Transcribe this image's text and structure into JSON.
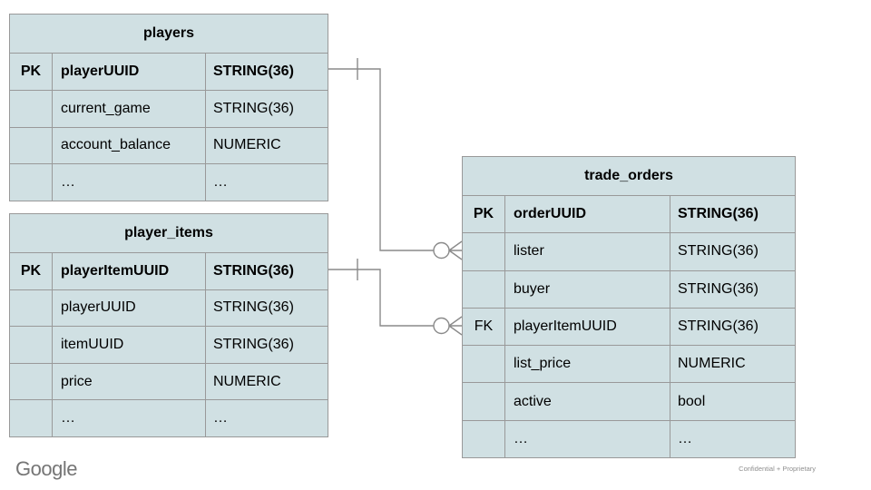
{
  "colors": {
    "table_fill": "#d0e0e3",
    "table_border": "#999999",
    "connector": "#8a8a8a",
    "logo_gray": "#757575",
    "note_gray": "#8f8f8f"
  },
  "footer": {
    "logo": "Google",
    "note": "Confidential + Proprietary"
  },
  "tables": {
    "players": {
      "title": "players",
      "rows": [
        {
          "key": "PK",
          "name": "playerUUID",
          "type": "STRING(36)"
        },
        {
          "key": "",
          "name": "current_game",
          "type": "STRING(36)"
        },
        {
          "key": "",
          "name": "account_balance",
          "type": "NUMERIC"
        },
        {
          "key": "",
          "name": "…",
          "type": "…"
        }
      ]
    },
    "player_items": {
      "title": "player_items",
      "rows": [
        {
          "key": "PK",
          "name": "playerItemUUID",
          "type": "STRING(36)"
        },
        {
          "key": "",
          "name": "playerUUID",
          "type": "STRING(36)"
        },
        {
          "key": "",
          "name": "itemUUID",
          "type": "STRING(36)"
        },
        {
          "key": "",
          "name": "price",
          "type": "NUMERIC"
        },
        {
          "key": "",
          "name": "…",
          "type": "…"
        }
      ]
    },
    "trade_orders": {
      "title": "trade_orders",
      "rows": [
        {
          "key": "PK",
          "name": "orderUUID",
          "type": "STRING(36)"
        },
        {
          "key": "",
          "name": "lister",
          "type": "STRING(36)"
        },
        {
          "key": "",
          "name": "buyer",
          "type": "STRING(36)"
        },
        {
          "key": "FK",
          "name": "playerItemUUID",
          "type": "STRING(36)"
        },
        {
          "key": "",
          "name": "list_price",
          "type": "NUMERIC"
        },
        {
          "key": "",
          "name": "active",
          "type": "bool"
        },
        {
          "key": "",
          "name": "…",
          "type": "…"
        }
      ]
    }
  },
  "relationships": [
    {
      "from_table": "players",
      "from_field": "playerUUID",
      "to_table": "trade_orders",
      "to_field": "lister",
      "from_cardinality": "one",
      "to_cardinality": "zero-or-many"
    },
    {
      "from_table": "player_items",
      "from_field": "playerItemUUID",
      "to_table": "trade_orders",
      "to_field": "playerItemUUID",
      "from_cardinality": "one",
      "to_cardinality": "zero-or-many"
    }
  ]
}
